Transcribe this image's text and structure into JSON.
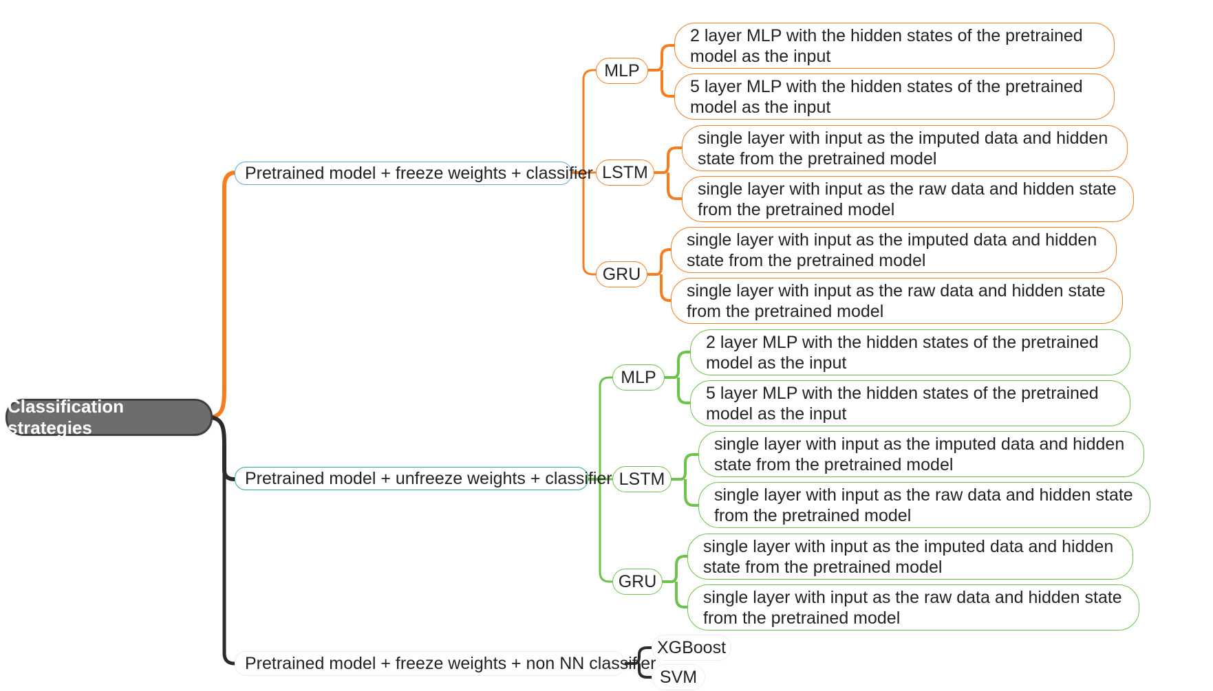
{
  "root": {
    "label": "Classification strategies"
  },
  "colors": {
    "orange": "#f57c1f",
    "green": "#6cc24a",
    "dark": "#2b2b2b",
    "blue": "#5aa6d8",
    "teal": "#2bb36b",
    "root_fill": "#6d6d6d"
  },
  "branches": [
    {
      "label": "Pretrained model + freeze weights + classifier",
      "children": [
        {
          "label": "MLP",
          "leaves": [
            "2 layer MLP with the hidden states of the pretrained model as the input",
            "5 layer MLP with the hidden states of the pretrained model as the input"
          ]
        },
        {
          "label": "LSTM",
          "leaves": [
            "single layer with input as the imputed data and hidden state from the pretrained model",
            "single layer with input as the raw data and hidden state from the pretrained model"
          ]
        },
        {
          "label": "GRU",
          "leaves": [
            "single layer with input as the imputed data and hidden state from the pretrained model",
            "single layer with input as the raw data and hidden state from the pretrained model"
          ]
        }
      ]
    },
    {
      "label": "Pretrained model + unfreeze weights + classifier",
      "children": [
        {
          "label": "MLP",
          "leaves": [
            "2 layer MLP with the hidden states of the pretrained model as the input",
            "5 layer MLP with the hidden states of the pretrained model as the input"
          ]
        },
        {
          "label": "LSTM",
          "leaves": [
            "single layer with input as the imputed data and hidden state from the pretrained model",
            "single layer with input as the raw data and hidden state from the pretrained model"
          ]
        },
        {
          "label": "GRU",
          "leaves": [
            "single layer with input as the imputed data and hidden state from the pretrained model",
            "single layer with input as the raw data and hidden state from the pretrained model"
          ]
        }
      ]
    },
    {
      "label": "Pretrained model + freeze weights + non NN classifier",
      "children": [
        {
          "label": "XGBoost"
        },
        {
          "label": "SVM"
        }
      ]
    }
  ]
}
